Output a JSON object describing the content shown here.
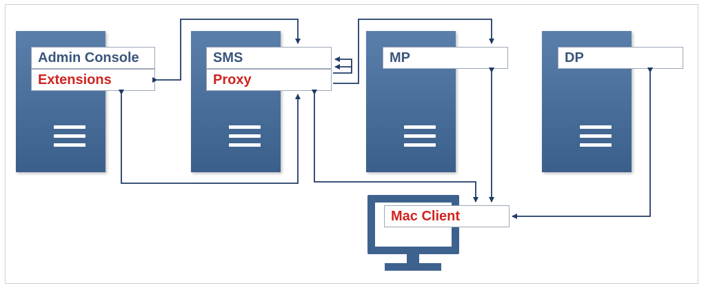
{
  "diagram": {
    "admin_console_label": "Admin Console",
    "extensions_label": "Extensions",
    "sms_label": "SMS",
    "proxy_label": "Proxy",
    "mp_label": "MP",
    "dp_label": "DP",
    "mac_client_label": "Mac Client",
    "colors": {
      "server_fill": "#3e628e",
      "connector": "#1f3a66",
      "label_blue": "#3a557c",
      "label_red": "#d0231e"
    }
  }
}
